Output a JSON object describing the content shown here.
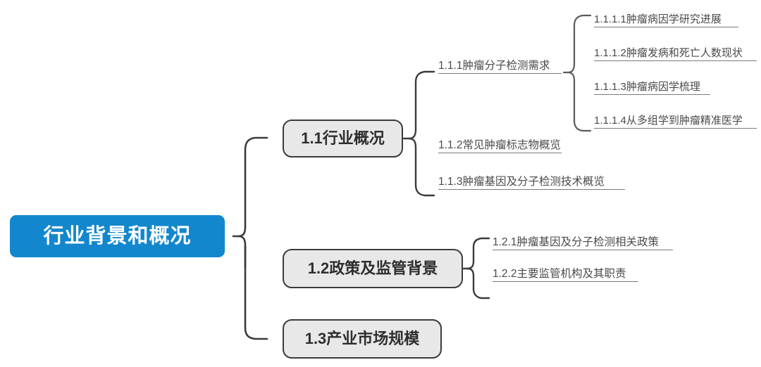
{
  "diagram": {
    "type": "mind-map",
    "title": "行业背景和概况",
    "root": {
      "label": "行业背景和概况",
      "color": "#1387cd",
      "text_color": "#ffffff"
    },
    "node_style": {
      "level1_fill": "#e8e8e8",
      "level1_border": "#3b3b3b",
      "level1_text": "#2e2e2e",
      "leaf_text": "#4a4a4a",
      "rule_color": "#7a7a7a",
      "connector_color": "#3b3b3b"
    },
    "branches": [
      {
        "label": "1.1行业概况",
        "children": [
          {
            "label": "1.1.1肿瘤分子检测需求",
            "children": [
              {
                "label": "1.1.1.1肿瘤病因学研究进展"
              },
              {
                "label": "1.1.1.2肿瘤发病和死亡人数现状"
              },
              {
                "label": "1.1.1.3肿瘤病因学梳理"
              },
              {
                "label": "1.1.1.4从多组学到肿瘤精准医学"
              }
            ]
          },
          {
            "label": "1.1.2常见肿瘤标志物概览",
            "children": []
          },
          {
            "label": "1.1.3肿瘤基因及分子检测技术概览",
            "children": []
          }
        ]
      },
      {
        "label": "1.2政策及监管背景",
        "children": [
          {
            "label": "1.2.1肿瘤基因及分子检测相关政策",
            "children": []
          },
          {
            "label": "1.2.2主要监管机构及其职责",
            "children": []
          }
        ]
      },
      {
        "label": "1.3产业市场规模",
        "children": []
      }
    ]
  }
}
